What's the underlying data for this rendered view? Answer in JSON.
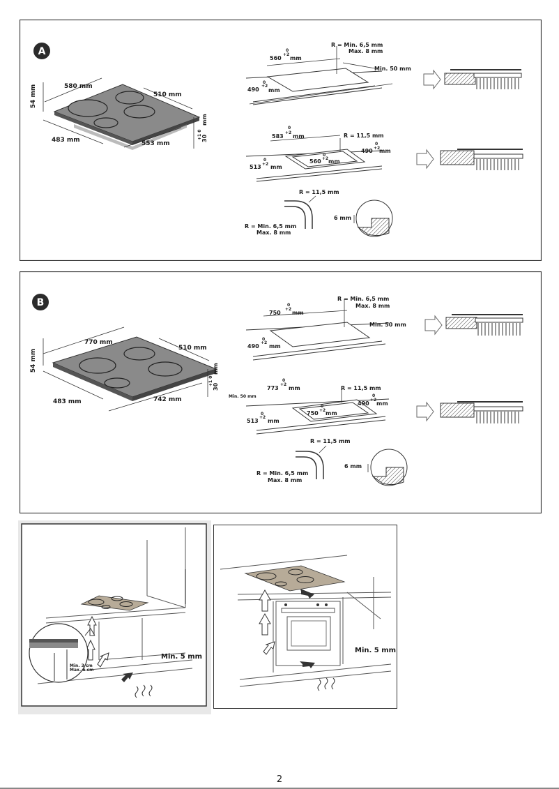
{
  "panel_a": {
    "badge": "A",
    "hob": {
      "depth": "580 mm",
      "width": "510 mm",
      "height": "54 mm",
      "base_depth": "483 mm",
      "base_width": "553 mm",
      "offset": "30",
      "offset_tol": "+1 0",
      "offset_unit": "mm"
    },
    "cutout_top": {
      "width": "560",
      "width_tol": "+2",
      "width_tol0": "0",
      "unit": "mm",
      "depth": "490",
      "depth_tol": "+2",
      "depth_tol0": "0",
      "radius_1": "R = Min. 6,5 mm",
      "radius_2": "Max. 8 mm",
      "min_edge": "Min. 50 mm"
    },
    "cutout_flush": {
      "outer_width": "583",
      "outer_width_tol": "+2",
      "outer_width_tol0": "0",
      "inner_width": "560",
      "inner_tol": "+2",
      "inner_tol0": "0",
      "outer_depth": "513",
      "outer_depth_tol": "+2",
      "outer_depth_tol0": "0",
      "inner_depth": "490",
      "inner_depth_tol": "+2",
      "inner_depth_tol0": "0",
      "unit": "mm",
      "radius": "R = 11,5 mm"
    },
    "corner_detail": {
      "outer_radius": "R = 11,5 mm",
      "inner_radius_1": "R = Min. 6,5 mm",
      "inner_radius_2": "Max. 8 mm"
    },
    "rebate": {
      "depth": "6 mm"
    }
  },
  "panel_b": {
    "badge": "B",
    "hob": {
      "depth": "770 mm",
      "width": "510 mm",
      "height": "54 mm",
      "base_depth": "483 mm",
      "base_width": "742 mm",
      "offset": "30",
      "offset_tol": "+1 0",
      "offset_unit": "mm"
    },
    "cutout_top": {
      "width": "750",
      "width_tol": "+2",
      "width_tol0": "0",
      "unit": "mm",
      "depth": "490",
      "depth_tol": "+2",
      "depth_tol0": "0",
      "radius_1": "R = Min. 6,5 mm",
      "radius_2": "Max. 8 mm",
      "min_edge": "Min. 50 mm"
    },
    "cutout_flush": {
      "outer_width": "773",
      "outer_width_tol": "+2",
      "outer_width_tol0": "0",
      "inner_width": "750",
      "inner_tol": "+2",
      "inner_tol0": "0",
      "outer_depth": "513",
      "outer_depth_tol": "+2",
      "outer_depth_tol0": "0",
      "inner_depth": "490",
      "inner_depth_tol": "+2",
      "inner_depth_tol0": "0",
      "unit": "mm",
      "radius": "R = 11,5 mm",
      "min_edge": "Min. 50 mm"
    },
    "corner_detail": {
      "outer_radius": "R = 11,5 mm",
      "inner_radius_1": "R = Min. 6,5 mm",
      "inner_radius_2": "Max. 8 mm"
    },
    "rebate": {
      "depth": "6 mm"
    }
  },
  "install_cabinet": {
    "gap_min": "Min. 5 mm",
    "vent_min": "Min. 3 cm",
    "vent_max": "Max. 6 cm"
  },
  "install_oven": {
    "gap_min": "Min. 5 mm"
  },
  "page_number": "2",
  "colors": {
    "hob_surface": "#8a8a8a",
    "hob_tan": "#b7ab98",
    "frame": "#333333",
    "hatch": "#555555"
  }
}
